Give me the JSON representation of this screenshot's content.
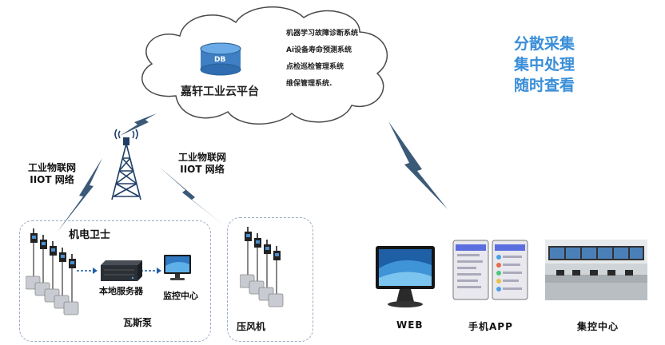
{
  "cloud": {
    "db_label": "DB",
    "title": "嘉轩工业云平台",
    "systems": [
      "机器学习故障诊断系统",
      "Ai设备寿命预测系统",
      "点检巡检管理系统",
      "维保管理系统."
    ]
  },
  "slogan": [
    "分散采集",
    "集中处理",
    "随时查看"
  ],
  "network_left": [
    "工业物联网",
    "IIOT 网络"
  ],
  "network_right": [
    "工业物联网",
    "IIOT 网络"
  ],
  "group_left": {
    "title": "机电卫士",
    "server_label": "本地服务器",
    "monitor_label": "监控中心",
    "pump_label": "瓦斯泵"
  },
  "group_right": {
    "label": "压风机"
  },
  "devices": [
    "WEB",
    "手机APP",
    "集控中心"
  ],
  "colors": {
    "accent": "#3a8ed8",
    "bolt": "#3b5a78",
    "dash": "#9aaec4"
  }
}
